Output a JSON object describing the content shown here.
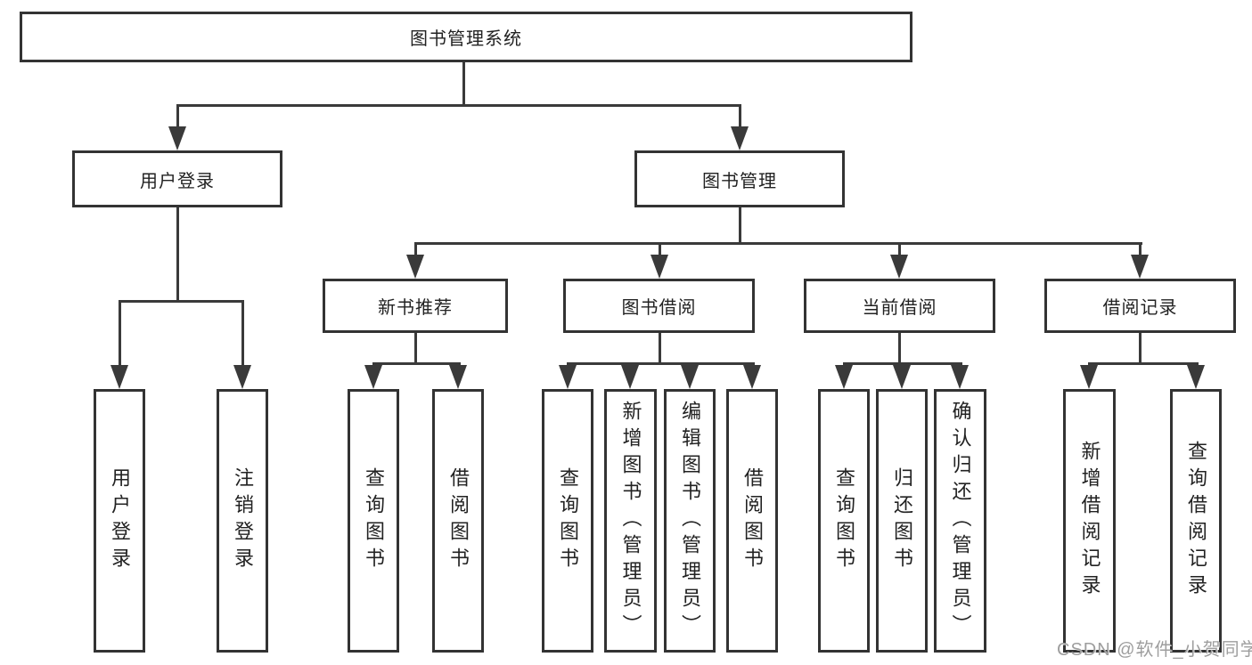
{
  "diagram": {
    "root": {
      "label": "图书管理系统"
    },
    "level2": [
      {
        "label": "用户登录"
      },
      {
        "label": "图书管理"
      }
    ],
    "level3": [
      {
        "label": "新书推荐"
      },
      {
        "label": "图书借阅"
      },
      {
        "label": "当前借阅"
      },
      {
        "label": "借阅记录"
      }
    ],
    "leaves": [
      {
        "label": "用户登录"
      },
      {
        "label": "注销登录"
      },
      {
        "label": "查询图书"
      },
      {
        "label": "借阅图书"
      },
      {
        "label": "查询图书"
      },
      {
        "label": "新增图书（管理员）"
      },
      {
        "label": "编辑图书（管理员）"
      },
      {
        "label": "借阅图书"
      },
      {
        "label": "查询图书"
      },
      {
        "label": "归还图书"
      },
      {
        "label": "确认归还（管理员）"
      },
      {
        "label": "新增借阅记录"
      },
      {
        "label": "查询借阅记录"
      }
    ]
  },
  "colors": {
    "line": "#3a3a3a",
    "box_border": "#333333",
    "text": "#222222",
    "watermark": "#9e9e9e"
  },
  "watermark": {
    "text": "CSDN @软件_小贺同学"
  }
}
